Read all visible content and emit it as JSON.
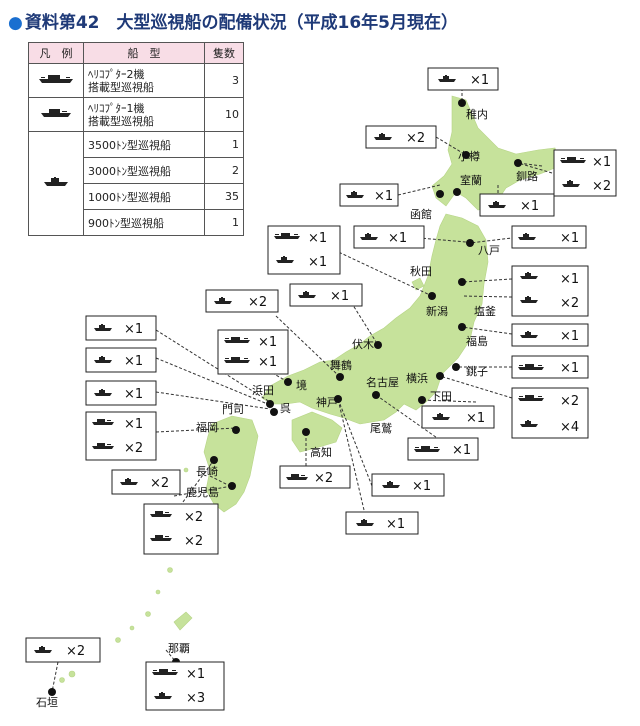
{
  "title": "資料第42　大型巡視船の配備状況（平成16年5月現在）",
  "colors": {
    "land": "#c6e29b",
    "title": "#1f3a78",
    "legend_header": "#f8dde6"
  },
  "legend": {
    "headers": {
      "symbol": "凡　例",
      "type": "船　型",
      "count": "隻数"
    },
    "rows": [
      {
        "type": "ﾍﾘｺﾌﾟﾀｰ2機\n搭載型巡視船",
        "count": "3",
        "icon": "ship-heli2"
      },
      {
        "type": "ﾍﾘｺﾌﾟﾀｰ1機\n搭載型巡視船",
        "count": "10",
        "icon": "ship-heli1"
      },
      {
        "type": "3500ﾄﾝ型巡視船",
        "count": "1",
        "icon": "ship-plain"
      },
      {
        "type": "3000ﾄﾝ型巡視船",
        "count": "2",
        "icon": "ship-plain"
      },
      {
        "type": "1000ﾄﾝ型巡視船",
        "count": "35",
        "icon": "ship-plain"
      },
      {
        "type": "900ﾄﾝ型巡視船",
        "count": "1",
        "icon": "ship-plain"
      }
    ]
  },
  "ports": [
    {
      "name": "稚内"
    },
    {
      "name": "小樽"
    },
    {
      "name": "室蘭"
    },
    {
      "name": "釧路"
    },
    {
      "name": "函館"
    },
    {
      "name": "八戸"
    },
    {
      "name": "秋田"
    },
    {
      "name": "新潟"
    },
    {
      "name": "塩釜"
    },
    {
      "name": "福島"
    },
    {
      "name": "伏木"
    },
    {
      "name": "舞鶴"
    },
    {
      "name": "境"
    },
    {
      "name": "浜田"
    },
    {
      "name": "門司"
    },
    {
      "name": "呉"
    },
    {
      "name": "福岡"
    },
    {
      "name": "長崎"
    },
    {
      "name": "鹿児島"
    },
    {
      "name": "高知"
    },
    {
      "name": "神戸"
    },
    {
      "name": "名古屋"
    },
    {
      "name": "尾鷲"
    },
    {
      "name": "横浜"
    },
    {
      "name": "下田"
    },
    {
      "name": "銚子"
    },
    {
      "name": "那覇"
    },
    {
      "name": "石垣"
    }
  ],
  "counts": [
    "×1",
    "×2",
    "×3",
    "×4"
  ]
}
